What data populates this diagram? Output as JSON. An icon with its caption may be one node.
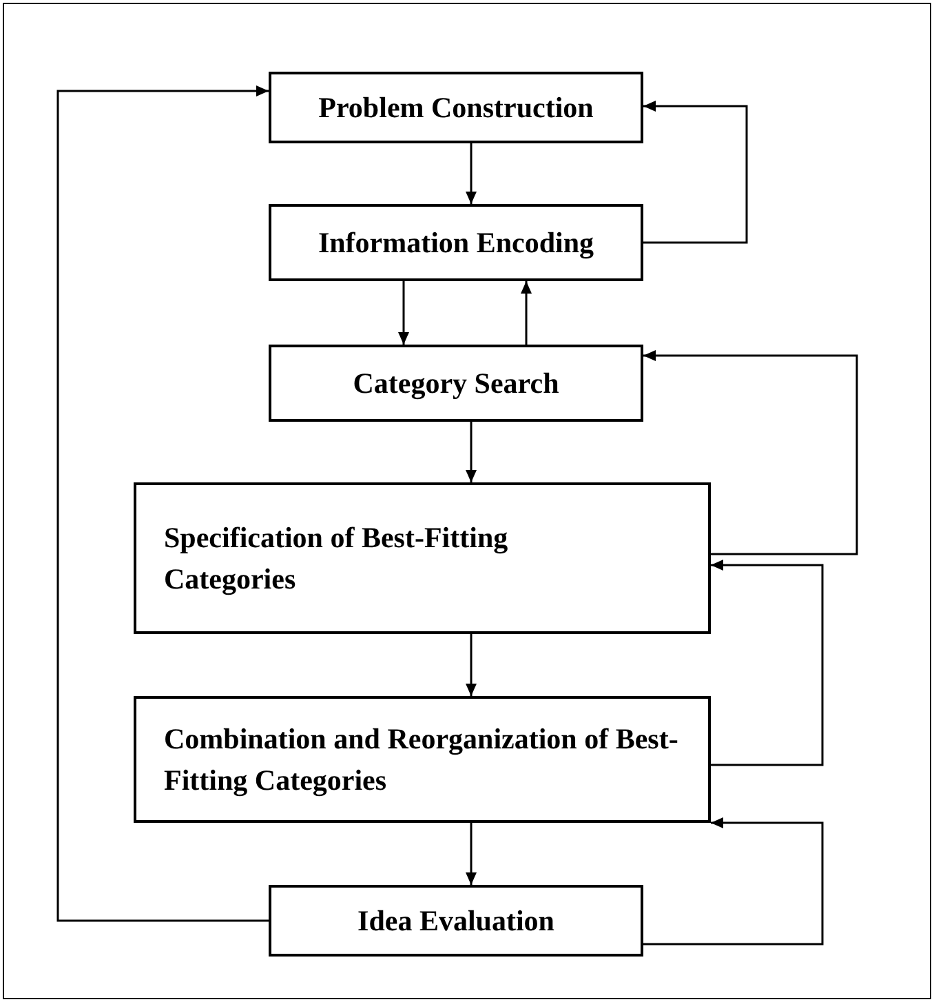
{
  "diagram": {
    "nodes": [
      {
        "text": [
          "Problem Construction"
        ]
      },
      {
        "text": [
          "Information Encoding"
        ]
      },
      {
        "text": [
          "Category Search"
        ]
      },
      {
        "text": [
          "Specification of Best-Fitting Categories"
        ]
      },
      {
        "text": [
          "Combination and Reorganization of Best-Fitting Categories"
        ]
      },
      {
        "text": [
          "Idea Evaluation"
        ]
      }
    ],
    "edges": [
      {
        "from": 0,
        "to": 1,
        "arrow": "to"
      },
      {
        "from": 1,
        "to": 2,
        "arrow": "to"
      },
      {
        "from": 2,
        "to": 1,
        "arrow": "to"
      },
      {
        "from": 2,
        "to": 3,
        "arrow": "to"
      },
      {
        "from": 3,
        "to": 4,
        "arrow": "to"
      },
      {
        "from": 4,
        "to": 5,
        "arrow": "to"
      },
      {
        "from": 1,
        "to": 0,
        "arrow": "to"
      },
      {
        "from": 3,
        "to": 2,
        "arrow": "to"
      },
      {
        "from": 4,
        "to": 3,
        "arrow": "to"
      },
      {
        "from": 5,
        "to": 4,
        "arrow": "to"
      },
      {
        "from": 5,
        "to": 0,
        "arrow": "to"
      }
    ]
  }
}
